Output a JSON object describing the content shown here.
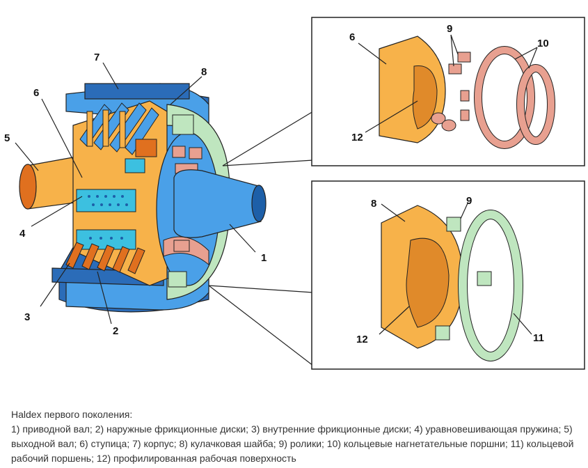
{
  "diagram": {
    "callouts": {
      "c1": "1",
      "c2": "2",
      "c3": "3",
      "c4": "4",
      "c5": "5",
      "c6": "6",
      "c7": "7",
      "c8": "8",
      "c9": "9",
      "c10": "10",
      "c11": "11",
      "c12": "12"
    },
    "colors": {
      "housing": "#4aa0e8",
      "housing_dark": "#2b6cb8",
      "hub": "#f7b24a",
      "hub_dark": "#e08a2a",
      "roller": "#e8a090",
      "piston_green": "#bfe6bf",
      "outline": "#222222"
    }
  },
  "caption": {
    "title": "Haldex первого поколения:",
    "body": "1) приводной вал; 2) наружные фрикционные диски; 3) внутренние фрикционные диски; 4) уравновешивающая пружина; 5) выходной вал; 6) ступица; 7) корпус; 8) кулачковая шайба; 9) ролики; 10) кольцевые нагнетательные поршни; 11) кольцевой рабочий поршень; 12) профилированная рабочая поверхность"
  }
}
